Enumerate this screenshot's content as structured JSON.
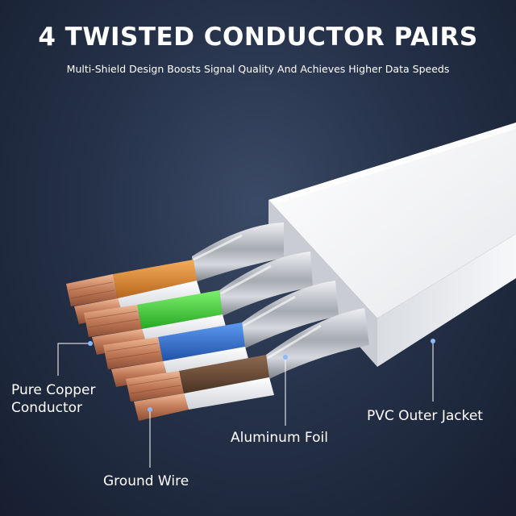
{
  "header": {
    "title": "4 TWISTED CONDUCTOR PAIRS",
    "subtitle": "Multi-Shield Design Boosts Signal Quality And Achieves Higher Data Speeds"
  },
  "labels": {
    "copper_line1": "Pure Copper",
    "copper_line2": "Conductor",
    "aluminum_foil": "Aluminum Foil",
    "ground_wire": "Ground Wire",
    "pvc_jacket": "PVC Outer Jacket"
  },
  "colors": {
    "background": "#26324a",
    "jacket": "#f4f5f7",
    "foil": "#b9bcc2",
    "copper": "#c98a6a",
    "pair_orange": "#d9822b",
    "pair_green": "#3fcf3a",
    "pair_blue": "#2f6fd1",
    "pair_brown": "#6b4a34",
    "callout_line": "#ffffff",
    "callout_dot": "#8fb8ff"
  },
  "pairs": [
    "orange",
    "green",
    "blue",
    "brown"
  ]
}
